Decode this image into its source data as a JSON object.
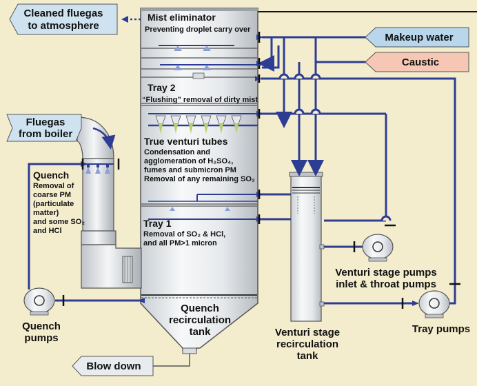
{
  "labels": {
    "cleaned_fluegas": [
      "Cleaned fluegas",
      "to atmosphere"
    ],
    "mist_eliminator": "Mist eliminator",
    "mist_eliminator_desc": "Preventing droplet carry over",
    "makeup_water": "Makeup water",
    "caustic": "Caustic",
    "tray2": "Tray 2",
    "tray2_desc": "“Flushing” removal of dirty mist",
    "fluegas_boiler": [
      "Fluegas",
      "from boiler"
    ],
    "true_venturi": "True venturi tubes",
    "venturi_desc": [
      "Condensation and",
      "agglomeration of H₂SO₄,",
      "fumes and submicron PM",
      "Removal of any remaining SO₂"
    ],
    "quench": "Quench",
    "quench_desc": [
      "Removal of",
      "coarse PM",
      "(particulate",
      "matter)",
      "and some SO₂",
      "and HCl"
    ],
    "tray1": "Tray 1",
    "tray1_desc": [
      "Removal of SO₂ & HCl,",
      "and all PM>1 micron"
    ],
    "venturi_pumps": [
      "Venturi stage pumps",
      "inlet & throat pumps"
    ],
    "quench_recirc": [
      "Quench",
      "recirculation",
      "tank"
    ],
    "quench_pumps": [
      "Quench",
      "pumps"
    ],
    "venturi_tank": [
      "Venturi stage",
      "recirculation",
      "tank"
    ],
    "tray_pumps": "Tray pumps",
    "blow_down": "Blow down"
  },
  "colors": {
    "background": "#f3eccd",
    "vessel": "#e8ecef",
    "pipe": "#2e3d94",
    "makeup_water_box": "#b8d6ec",
    "caustic_box": "#f6c7b4",
    "inlet_box": "#cfe2f0"
  }
}
